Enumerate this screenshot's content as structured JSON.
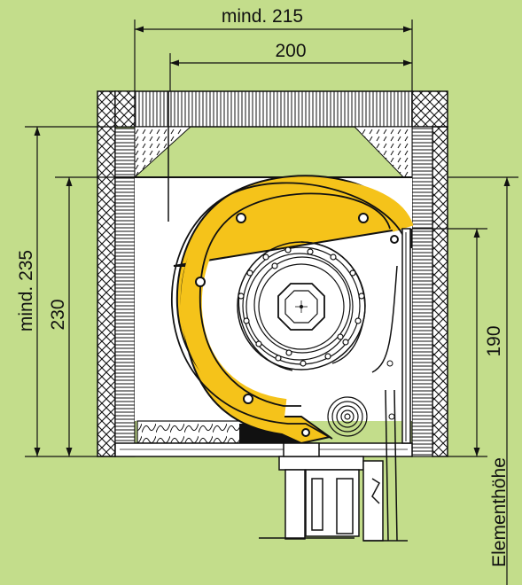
{
  "dimensions": {
    "top_outer": "mind. 215",
    "top_inner": "200",
    "left_outer": "mind. 235",
    "left_inner": "230",
    "right_inner": "190",
    "right_label": "Elementhöhe"
  },
  "colors": {
    "background": "#c3dd8b",
    "profile_yellow": "#f5c31a",
    "line": "#111111",
    "fill_white": "#ffffff"
  }
}
